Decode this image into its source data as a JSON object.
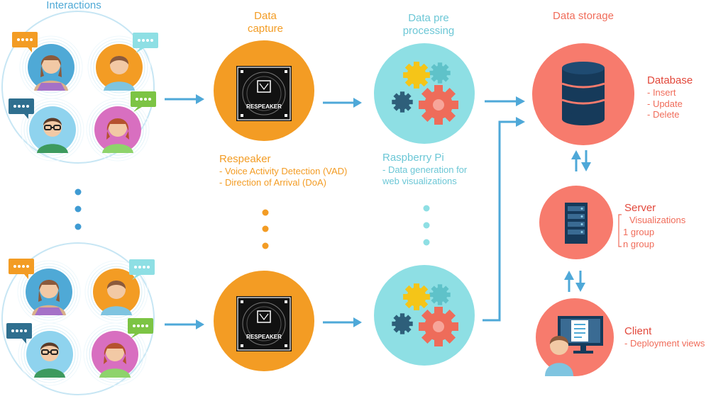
{
  "stages": {
    "interactions": "Interactions",
    "data_capture": [
      "Data",
      "capture"
    ],
    "data_preprocessing": [
      "Data pre",
      "processing"
    ],
    "data_storage": "Data storage"
  },
  "respeaker": {
    "title": "Respeaker",
    "items": [
      "- Voice Activity Detection (VAD)",
      "- Direction of Arrival (DoA)"
    ],
    "device_label": "RESPEAKER"
  },
  "raspberry": {
    "title": "Raspberry Pi",
    "items": [
      "- Data generation for",
      "web visualizations"
    ]
  },
  "database": {
    "title": "Database",
    "items": [
      "- Insert",
      "- Update",
      "- Delete"
    ]
  },
  "server": {
    "title": "Server",
    "items": [
      "Visualizations",
      "1 group",
      "n group"
    ]
  },
  "client": {
    "title": "Client",
    "items": [
      "- Deployment views"
    ]
  },
  "colors": {
    "blue": "#4fa9d6",
    "orange": "#f39c24",
    "teal": "#8edfe4",
    "coral": "#f77b6d",
    "arrow": "#4ea8d8"
  },
  "icons": [
    "person-icon",
    "speech-bubble-icon",
    "microphone-array-icon",
    "gear-icon",
    "database-icon",
    "server-rack-icon",
    "monitor-icon",
    "user-icon",
    "arrow-icon",
    "ellipsis-dots"
  ]
}
